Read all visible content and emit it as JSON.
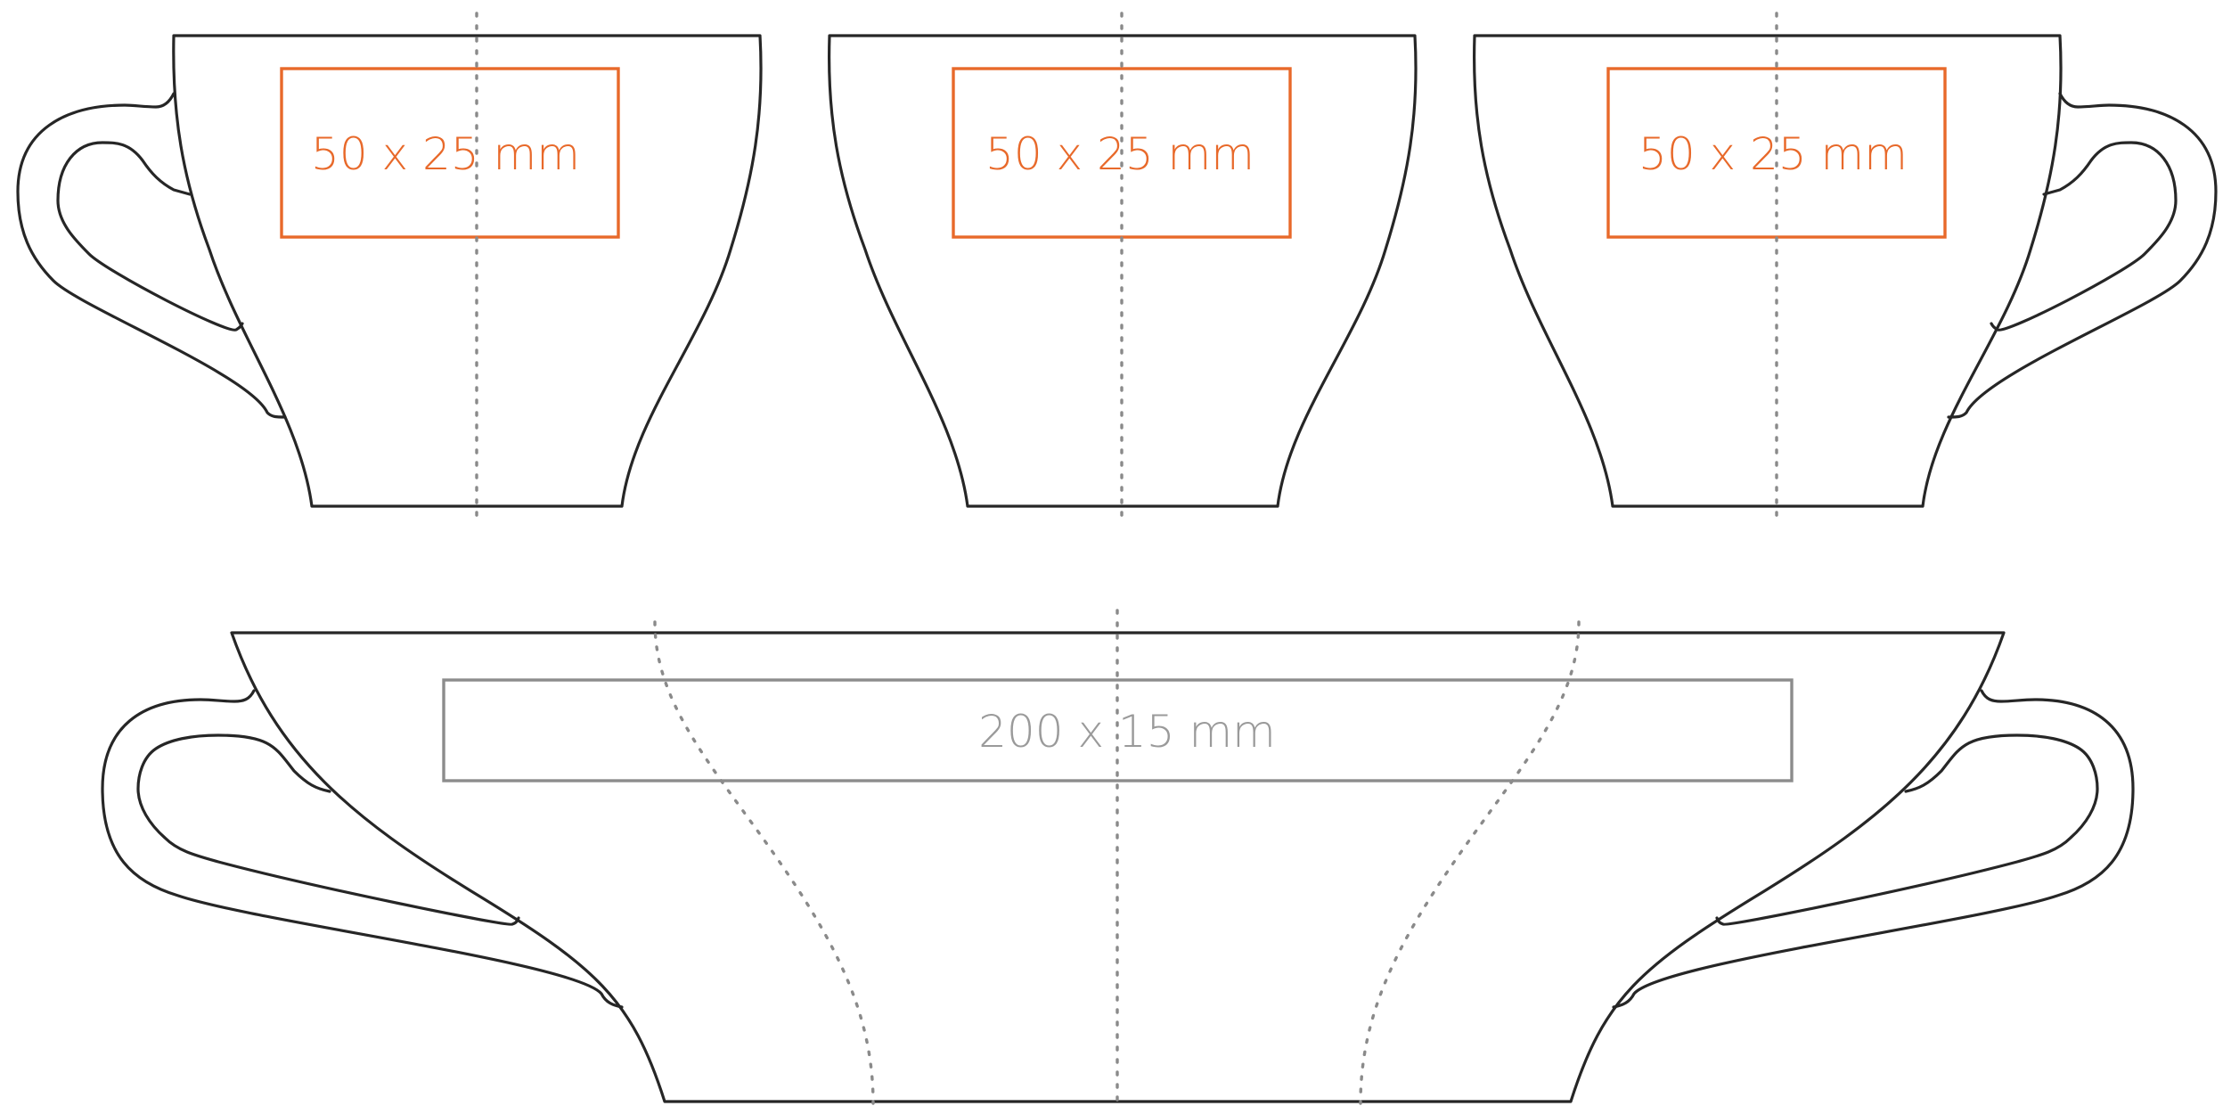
{
  "views": [
    {
      "name": "left-handle-view",
      "print_area": {
        "label": "50 x 25 mm",
        "color": "#e8692a"
      }
    },
    {
      "name": "front-view",
      "print_area": {
        "label": "50 x 25 mm",
        "color": "#e8692a"
      }
    },
    {
      "name": "right-handle-view",
      "print_area": {
        "label": "50 x 25 mm",
        "color": "#e8692a"
      }
    },
    {
      "name": "panorama-view",
      "print_area": {
        "label": "200 x 15 mm",
        "color": "#8c8c8c"
      }
    }
  ],
  "colors": {
    "outline": "#262626",
    "centerline": "#8a8a8a"
  }
}
